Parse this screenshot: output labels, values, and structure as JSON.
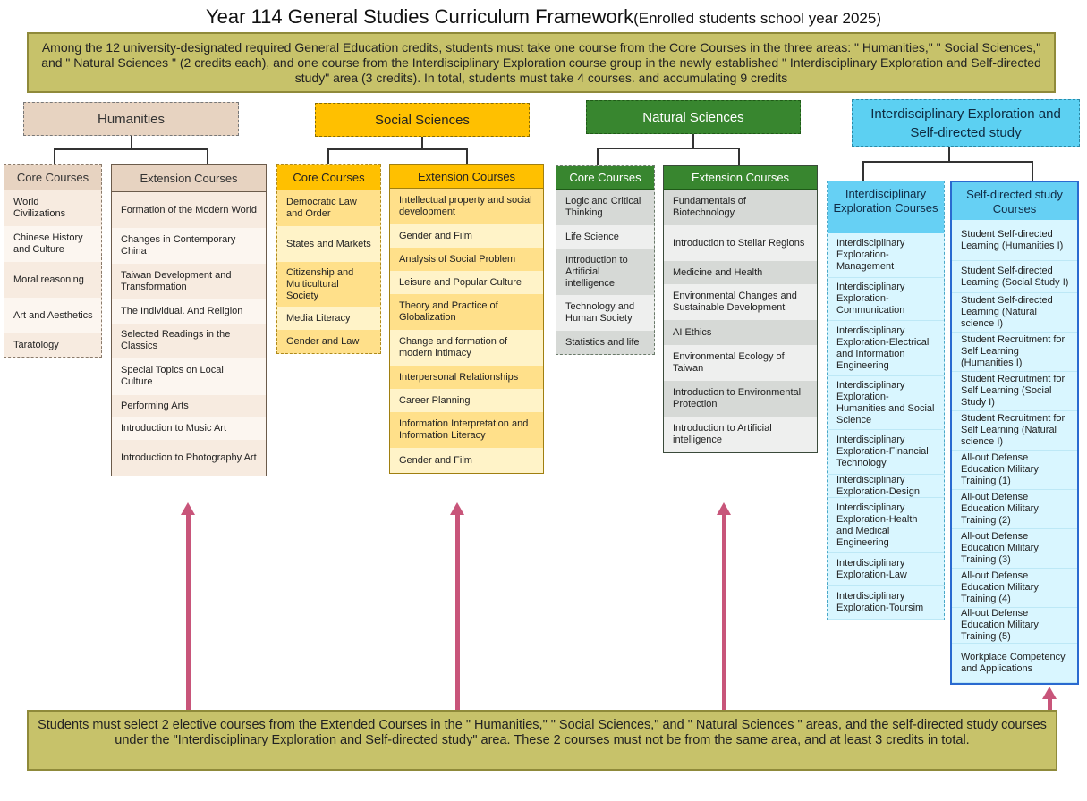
{
  "title": {
    "main": "Year 114 General Studies Curriculum Framework",
    "sub": "(Enrolled students school year 2025)"
  },
  "intro_text": "Among the 12 university-designated required General Education credits, students must take one course from the Core Courses in the three areas: \" Humanities,\" \" Social Sciences,\" and \" Natural Sciences \" (2 credits each), and one course from the Interdisciplinary Exploration course group in the newly established \" Interdisciplinary Exploration and Self-directed study\" area (3 credits). In total, students must take 4 courses. and accumulating 9 credits",
  "areas": {
    "humanities": {
      "label": "Humanities",
      "core_label": "Core Courses",
      "core": [
        "World Civilizations",
        "Chinese History and Culture",
        "Moral reasoning",
        "Art and Aesthetics",
        "Taratology"
      ],
      "ext_label": "Extension Courses",
      "ext": [
        "Formation of the Modern World",
        "Changes in Contemporary China",
        "Taiwan Development and Transformation",
        "The Individual. And Religion",
        "Selected Readings in the Classics",
        "Special Topics on Local Culture",
        "Performing Arts",
        "Introduction to Music Art",
        "Introduction to Photography Art"
      ]
    },
    "social": {
      "label": "Social Sciences",
      "core_label": "Core Courses",
      "core": [
        "Democratic Law and Order",
        "States and Markets",
        "Citizenship and Multicultural Society",
        "Media Literacy",
        "Gender and Law"
      ],
      "ext_label": "Extension Courses",
      "ext": [
        "Intellectual property and social development",
        "Gender and Film",
        "Analysis of Social Problem",
        "Leisure and Popular Culture",
        "Theory and Practice of Globalization",
        "Change and formation of modern intimacy",
        "Interpersonal Relationships",
        "Career Planning",
        "Information Interpretation and Information Literacy",
        "Gender and Film"
      ]
    },
    "natural": {
      "label": "Natural Sciences",
      "core_label": "Core Courses",
      "core": [
        "Logic and Critical Thinking",
        "Life Science",
        "Introduction to Artificial intelligence",
        "Technology and Human Society",
        "Statistics and life"
      ],
      "ext_label": "Extension Courses",
      "ext": [
        "Fundamentals of Biotechnology",
        "Introduction to Stellar Regions",
        "Medicine and Health",
        "Environmental Changes and Sustainable Development",
        "AI Ethics",
        "Environmental Ecology of Taiwan",
        "Introduction to Environmental Protection",
        "Introduction to Artificial intelligence"
      ]
    },
    "interdisciplinary": {
      "label": "Interdisciplinary Exploration and Self-directed study",
      "int_label": "Interdisciplinary Exploration Courses",
      "int": [
        "Interdisciplinary Exploration-Management",
        "Interdisciplinary Exploration-Communication",
        "Interdisciplinary Exploration-Electrical and Information Engineering",
        "Interdisciplinary Exploration-Humanities and Social Science",
        "Interdisciplinary Exploration-Financial Technology",
        "Interdisciplinary Exploration-Design",
        "Interdisciplinary Exploration-Health and Medical Engineering",
        "Interdisciplinary Exploration-Law",
        "Interdisciplinary Exploration-Toursim"
      ],
      "sd_label": "Self-directed study Courses",
      "sd": [
        "Student Self-directed Learning (Humanities I)",
        "Student Self-directed Learning (Social Study I)",
        "Student Self-directed Learning (Natural science I)",
        "Student Recruitment for Self Learning (Humanities I)",
        "Student Recruitment for Self Learning (Social Study I)",
        "Student Recruitment for Self Learning (Natural science I)",
        "All-out Defense Education Military Training (1)",
        "All-out Defense Education Military Training (2)",
        "All-out Defense Education Military Training (3)",
        "All-out Defense Education Military Training (4)",
        "All-out Defense Education Military Training (5)",
        "Workplace Competency and Applications"
      ]
    }
  },
  "footer_text": "Students must select 2 elective courses from the Extended Courses in the \" Humanities,\" \" Social Sciences,\" and \" Natural Sciences \" areas, and the self-directed study courses under the \"Interdisciplinary Exploration and Self-directed study\" area. These 2 courses must not be from the same area, and at least 3 credits in total.",
  "colors": {
    "olive": "#c7c26a",
    "humanities": "#e7d3c1",
    "social": "#ffc000",
    "natural": "#38862f",
    "interdisciplinary": "#5cd0f2",
    "arrow": "#c8557a"
  }
}
